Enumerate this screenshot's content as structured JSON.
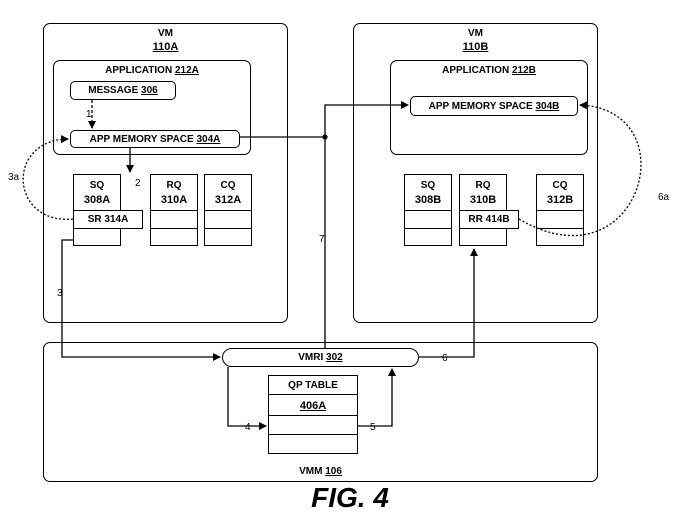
{
  "vm_a": {
    "title": "VM",
    "id": "110A",
    "application": {
      "label": "APPLICATION",
      "ref": "212A"
    },
    "message": {
      "label": "MESSAGE",
      "ref": "306"
    },
    "mem_space": {
      "label": "APP MEMORY SPACE",
      "ref": "304A"
    },
    "sq": {
      "label": "SQ",
      "ref": "308A"
    },
    "rq": {
      "label": "RQ",
      "ref": "310A"
    },
    "cq": {
      "label": "CQ",
      "ref": "312A"
    },
    "sr": {
      "label": "SR",
      "ref": "314A"
    }
  },
  "vm_b": {
    "title": "VM",
    "id": "110B",
    "application": {
      "label": "APPLICATION",
      "ref": "212B"
    },
    "mem_space": {
      "label": "APP MEMORY SPACE",
      "ref": "304B"
    },
    "sq": {
      "label": "SQ",
      "ref": "308B"
    },
    "rq": {
      "label": "RQ",
      "ref": "310B"
    },
    "cq": {
      "label": "CQ",
      "ref": "312B"
    },
    "rr": {
      "label": "RR",
      "ref": "414B"
    }
  },
  "vmm": {
    "label": "VMM",
    "ref": "106",
    "vmri": {
      "label": "VMRI",
      "ref": "302"
    },
    "qp_table": {
      "label": "QP TABLE",
      "ref": "406A"
    }
  },
  "steps": {
    "s1": "1",
    "s2": "2",
    "s3": "3",
    "s3a": "3a",
    "s4": "4",
    "s5": "5",
    "s6": "6",
    "s6a": "6a",
    "s7": "7"
  },
  "figure_label": "FIG. 4"
}
